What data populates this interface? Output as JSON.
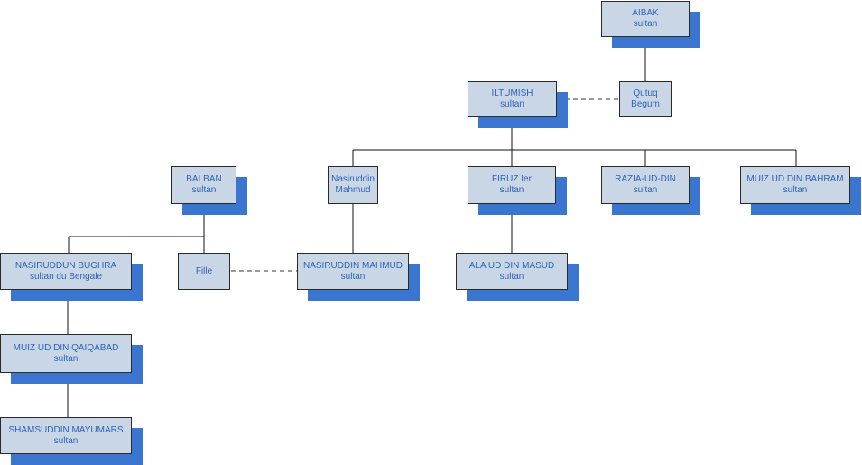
{
  "diagram": {
    "nodes": [
      {
        "id": "aibak",
        "name": "AIBAK",
        "title": "sultan"
      },
      {
        "id": "qutuq",
        "name": "Qutuq",
        "title": "Begum"
      },
      {
        "id": "iltumish",
        "name": "ILTUMISH",
        "title": "sultan"
      },
      {
        "id": "balban",
        "name": "BALBAN",
        "title": "sultan"
      },
      {
        "id": "nasiruddin-mahmud-1",
        "name": "Nasiruddin",
        "title": "Mahmud"
      },
      {
        "id": "firuz",
        "name": "FIRUZ Ier",
        "title": "sultan"
      },
      {
        "id": "razia",
        "name": "RAZIA-UD-DIN",
        "title": "sultan"
      },
      {
        "id": "muiz-bahram",
        "name": "MUIZ UD DIN BAHRAM",
        "title": "sultan"
      },
      {
        "id": "nasiruddin-bughra",
        "name": "NASIRUDDUN BUGHRA",
        "title": "sultan du Bengale"
      },
      {
        "id": "fille",
        "name": "Fille",
        "title": ""
      },
      {
        "id": "nasiruddin-mahmud-2",
        "name": "NASIRUDDIN MAHMUD",
        "title": "sultan"
      },
      {
        "id": "ala-masud",
        "name": "ALA UD DIN MASUD",
        "title": "sultan"
      },
      {
        "id": "muiz-qaiqabad",
        "name": "MUIZ UD DIN QAIQABAD",
        "title": "sultan"
      },
      {
        "id": "shamsuddin",
        "name": "SHAMSUDDIN MAYUMARS",
        "title": "sultan"
      }
    ],
    "colors": {
      "box": "#c8d6e6",
      "shadow": "#3a76d0",
      "text": "#2f63b8",
      "line": "#111111"
    }
  }
}
